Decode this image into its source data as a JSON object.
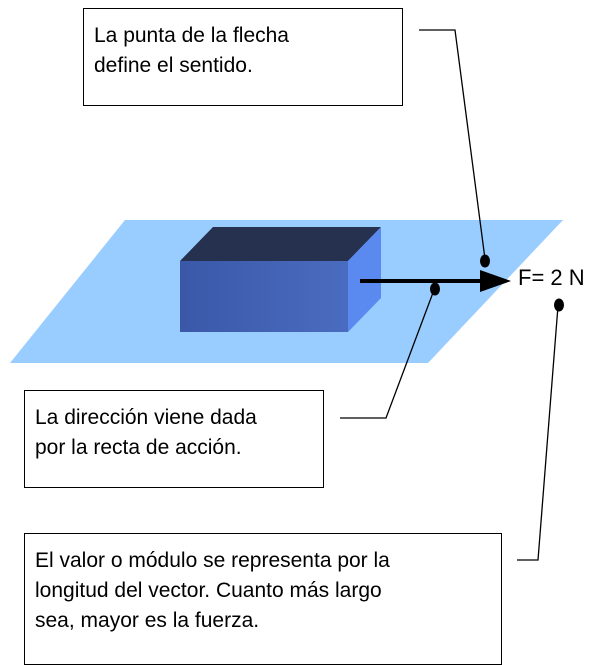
{
  "notes": {
    "sense": {
      "line1": "La punta de la flecha",
      "line2": "define el sentido."
    },
    "direction": {
      "line1": "La dirección viene dada",
      "line2": "por la recta de acción."
    },
    "value": {
      "line1": "El valor o módulo se representa por la",
      "line2": "longitud del vector. Cuanto más largo",
      "line3": "sea, mayor es la fuerza."
    }
  },
  "force_label": "F= 2 N",
  "colors": {
    "plane": "#99ccff",
    "block_front": "#4060b0",
    "block_top": "#25314f",
    "block_side": "#5a8af0",
    "arrow": "#000000"
  }
}
